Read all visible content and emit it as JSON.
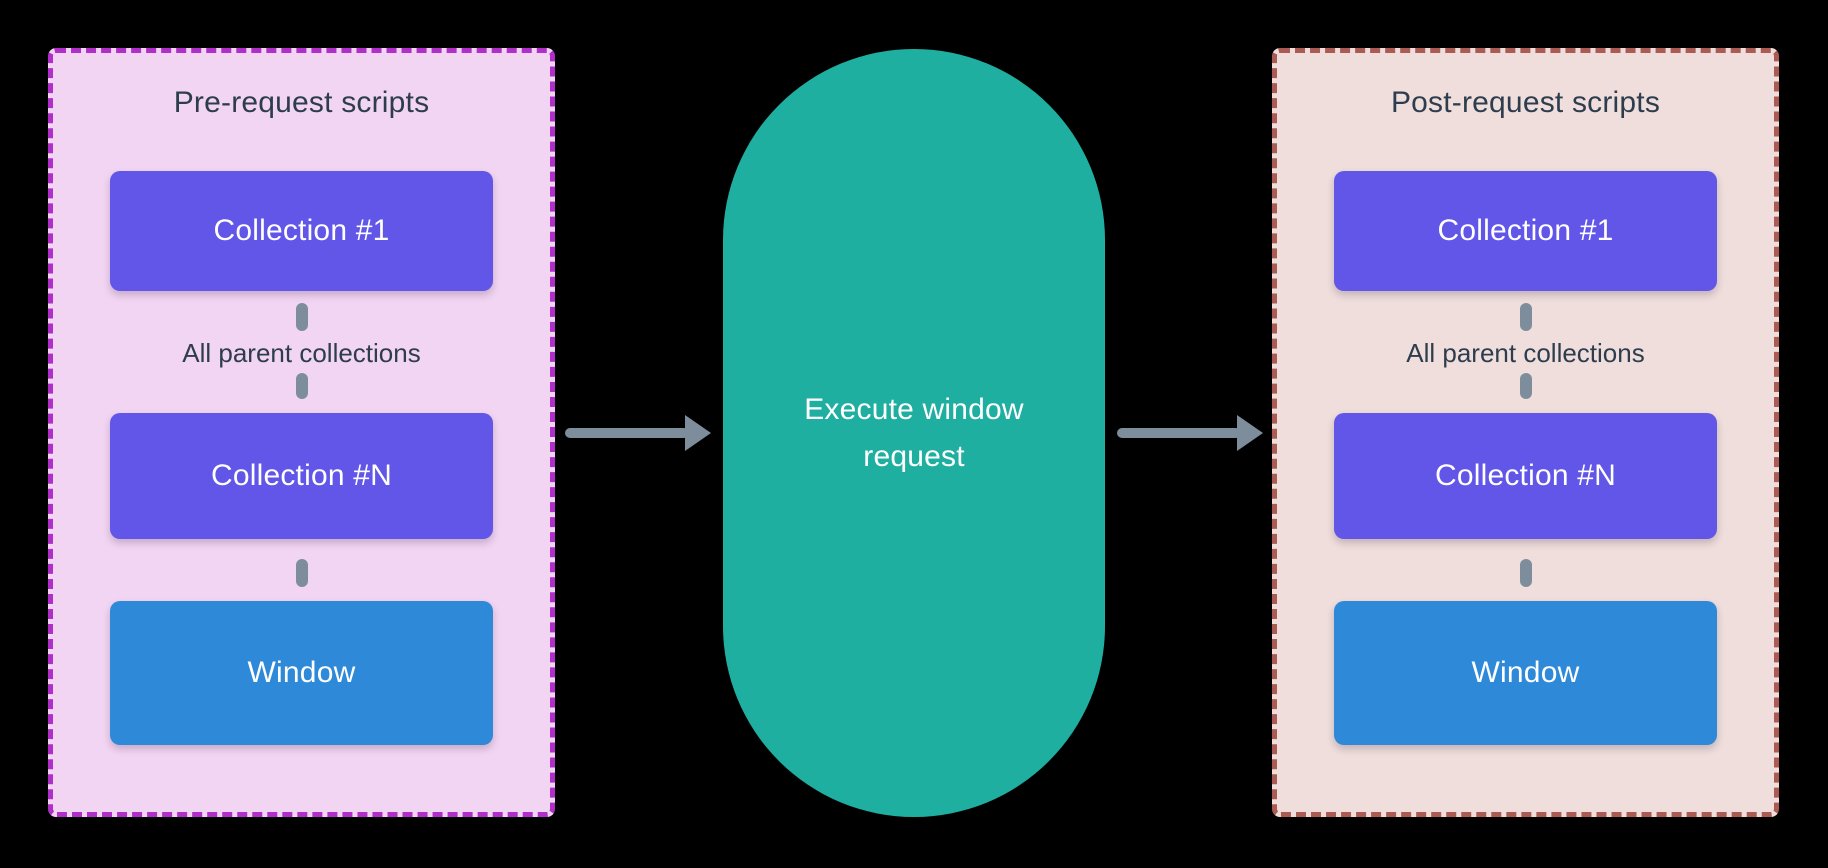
{
  "colors": {
    "background": "#000000",
    "pre_panel_bg": "#F2D5F2",
    "pre_panel_border": "#B12FC9",
    "post_panel_bg": "#EFDEDC",
    "post_panel_border": "#A95B54",
    "collection_box": "#6156E8",
    "window_box": "#2E8AD8",
    "execute_pill": "#1FAFA1",
    "connector_and_arrow_gray": "#7E8D9B",
    "heading_text": "#2E3D4D",
    "box_text": "#FFFFFF"
  },
  "pre_panel": {
    "title": "Pre-request scripts",
    "collection_first": "Collection #1",
    "connector_label": "All parent collections",
    "collection_last": "Collection #N",
    "window": "Window"
  },
  "pill": {
    "label": "Execute window request"
  },
  "post_panel": {
    "title": "Post-request scripts",
    "collection_first": "Collection #1",
    "connector_label": "All parent collections",
    "collection_last": "Collection #N",
    "window": "Window"
  }
}
